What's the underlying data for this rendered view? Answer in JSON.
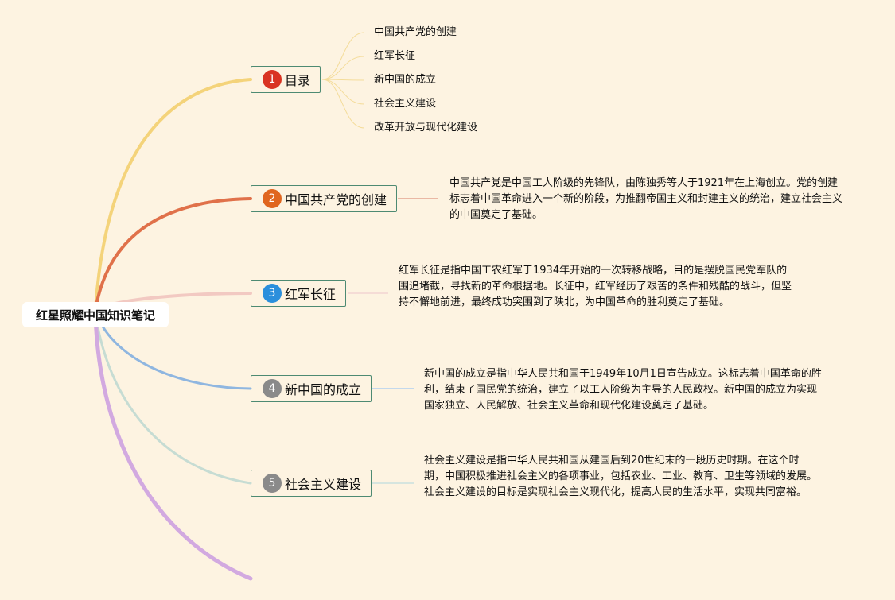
{
  "root": {
    "title": "红星照耀中国知识笔记"
  },
  "colors": {
    "background": "#fdf3e1",
    "topic_border": "#4d8a72",
    "branch_1": "#f4d37a",
    "branch_2": "#e0714a",
    "branch_3": "#f2c9c2",
    "branch_4": "#8fb6e0",
    "branch_5": "#c6dcd3",
    "branch_6": "#d2a9e0"
  },
  "topics": [
    {
      "number": "1",
      "label": "目录",
      "badge_color": "#d93322",
      "items": [
        "中国共产党的创建",
        "红军长征",
        "新中国的成立",
        "社会主义建设",
        "改革开放与现代化建设"
      ]
    },
    {
      "number": "2",
      "label": "中国共产党的创建",
      "badge_color": "#e0661f",
      "description": "中国共产党是中国工人阶级的先锋队，由陈独秀等人于1921年在上海创立。党的创建标志着中国革命进入一个新的阶段，为推翻帝国主义和封建主义的统治，建立社会主义的中国奠定了基础。"
    },
    {
      "number": "3",
      "label": "红军长征",
      "badge_color": "#2b8fdc",
      "description": "红军长征是指中国工农红军于1934年开始的一次转移战略，目的是摆脱国民党军队的围追堵截，寻找新的革命根据地。长征中，红军经历了艰苦的条件和残酷的战斗，但坚持不懈地前进，最终成功突围到了陕北，为中国革命的胜利奠定了基础。"
    },
    {
      "number": "4",
      "label": "新中国的成立",
      "badge_color": "#8a8a8a",
      "description": "新中国的成立是指中华人民共和国于1949年10月1日宣告成立。这标志着中国革命的胜利，结束了国民党的统治，建立了以工人阶级为主导的人民政权。新中国的成立为实现国家独立、人民解放、社会主义革命和现代化建设奠定了基础。"
    },
    {
      "number": "5",
      "label": "社会主义建设",
      "badge_color": "#8a8a8a",
      "description": "社会主义建设是指中华人民共和国从建国后到20世纪末的一段历史时期。在这个时期，中国积极推进社会主义的各项事业，包括农业、工业、教育、卫生等领域的发展。社会主义建设的目标是实现社会主义现代化，提高人民的生活水平，实现共同富裕。"
    }
  ]
}
